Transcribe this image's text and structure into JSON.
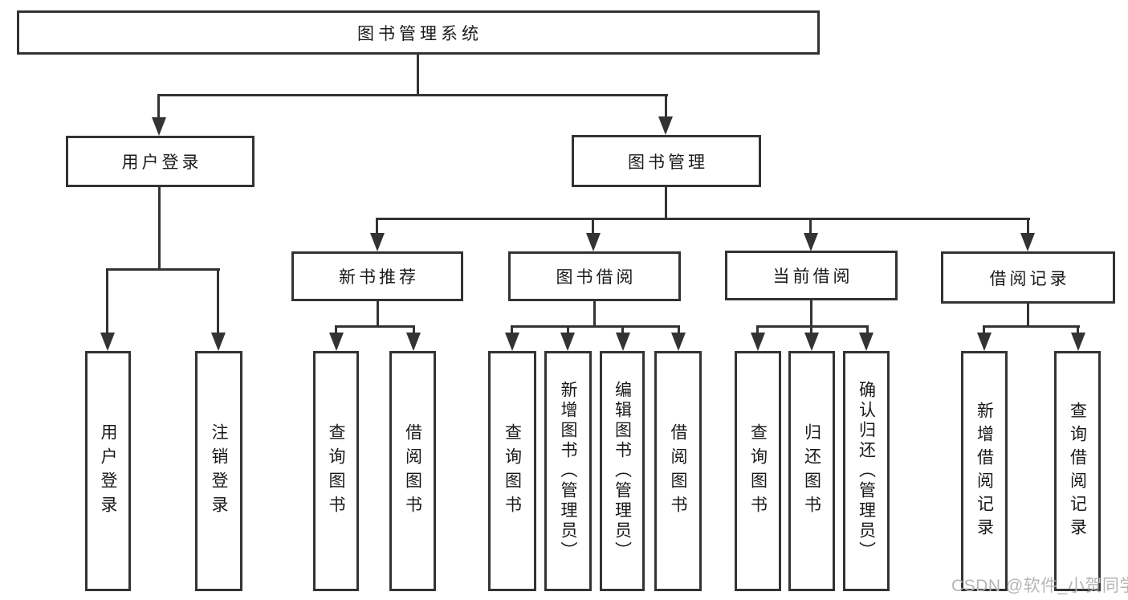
{
  "diagram": {
    "root": {
      "label": "图书管理系统"
    },
    "level2": [
      {
        "label": "用户登录"
      },
      {
        "label": "图书管理"
      }
    ],
    "level3": [
      {
        "label": "新书推荐",
        "parent": "图书管理"
      },
      {
        "label": "图书借阅",
        "parent": "图书管理"
      },
      {
        "label": "当前借阅",
        "parent": "图书管理"
      },
      {
        "label": "借阅记录",
        "parent": "图书管理"
      }
    ],
    "leaves": [
      {
        "label": "用户登录",
        "parent": "用户登录"
      },
      {
        "label": "注销登录",
        "parent": "用户登录"
      },
      {
        "label": "查询图书",
        "parent": "新书推荐"
      },
      {
        "label": "借阅图书",
        "parent": "新书推荐"
      },
      {
        "label": "查询图书",
        "parent": "图书借阅"
      },
      {
        "label": "新增图书（管理员）",
        "parent": "图书借阅"
      },
      {
        "label": "编辑图书（管理员）",
        "parent": "图书借阅"
      },
      {
        "label": "借阅图书",
        "parent": "图书借阅"
      },
      {
        "label": "查询图书",
        "parent": "当前借阅"
      },
      {
        "label": "归还图书",
        "parent": "当前借阅"
      },
      {
        "label": "确认归还（管理员）",
        "parent": "当前借阅"
      },
      {
        "label": "新增借阅记录",
        "parent": "借阅记录"
      },
      {
        "label": "查询借阅记录",
        "parent": "借阅记录"
      }
    ],
    "watermark": "CSDN @软件_小贺同学"
  },
  "colors": {
    "line": "#333333",
    "text": "#1a1a1a",
    "watermark": "#b5b5b5",
    "background": "#ffffff"
  }
}
